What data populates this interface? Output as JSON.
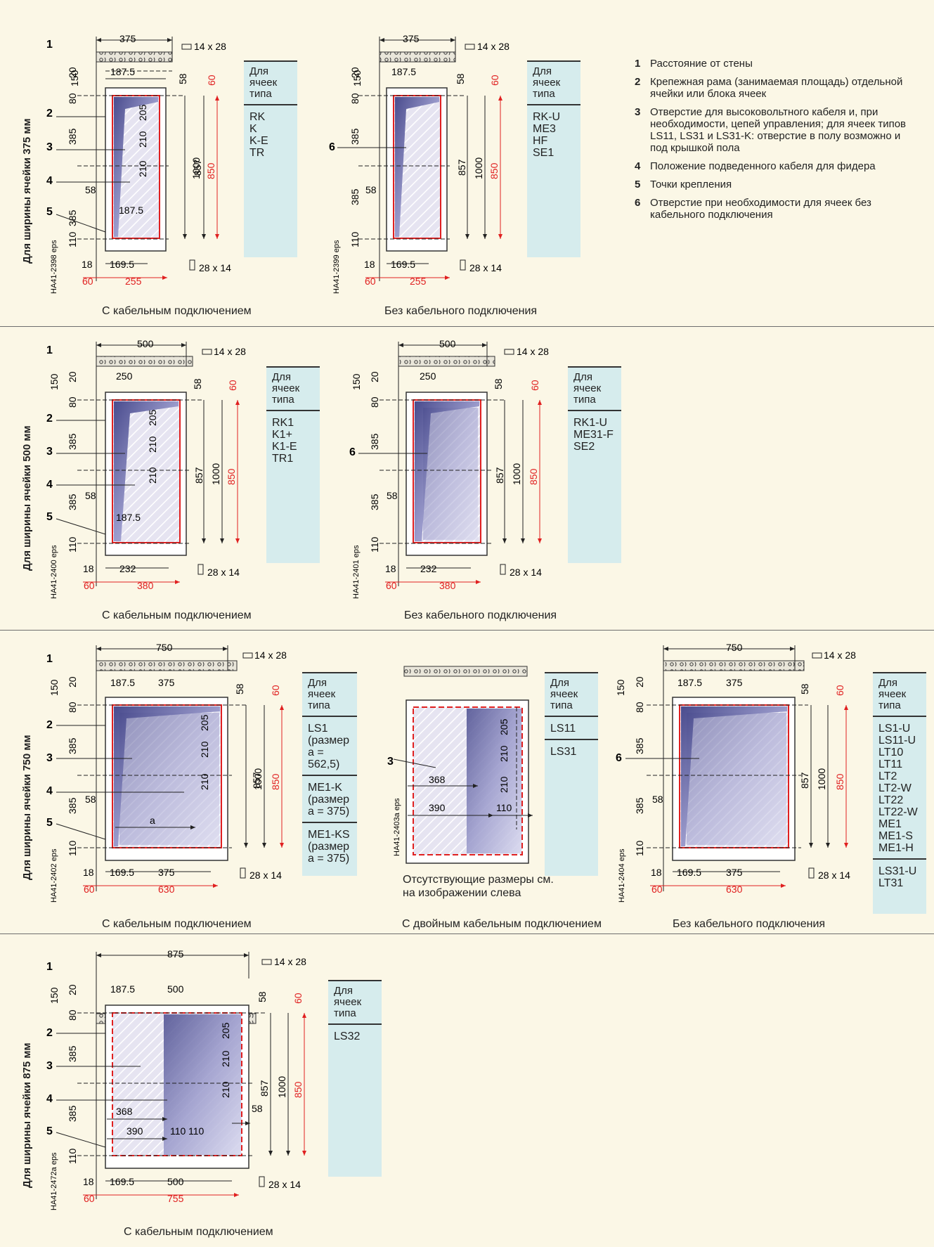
{
  "colors": {
    "background": "#fbf7e6",
    "typebox": "#d6eced",
    "dim_red": "#e02020",
    "frame": "#333333",
    "cell_fill": "#7b7cb5"
  },
  "legend": [
    {
      "num": "1",
      "text": "Расстояние от стены"
    },
    {
      "num": "2",
      "text": "Крепежная рама (занимаемая площадь) отдельной ячейки или блока ячеек"
    },
    {
      "num": "3",
      "text": "Отверстие для высоковольтного кабеля и, при необходимости, цепей управления; для ячеек типов LS11, LS31 и LS31-K: отверстие в полу возможно и под крышкой пола"
    },
    {
      "num": "4",
      "text": "Положение подведенного кабеля для фидера"
    },
    {
      "num": "5",
      "text": "Точки крепления"
    },
    {
      "num": "6",
      "text": "Отверстие при необходимости для ячеек без кабельного подключения"
    }
  ],
  "typebox_header": "Для ячеек типа",
  "bands": [
    {
      "side_label": "Для ширины ячейки 375 мм"
    },
    {
      "side_label": "Для ширины ячейки 500 мм"
    },
    {
      "side_label": "Для ширины ячейки 750 мм"
    },
    {
      "side_label": "Для ширины ячейки 875 мм"
    }
  ],
  "captions": {
    "with": "С кабельным подключением",
    "without": "Без кабельного подключения",
    "double": "С двойным кабельным подключением"
  },
  "note_missing": "Отсутствующие размеры см. на изображении слева",
  "types": {
    "b1_left": [
      "RK",
      "K",
      "K-E",
      "TR"
    ],
    "b1_right": [
      "RK-U",
      "ME3",
      "HF",
      "SE1"
    ],
    "b2_left": [
      "RK1",
      "K1+",
      "K1-E",
      "TR1"
    ],
    "b2_right": [
      "RK1-U",
      "ME31-F",
      "SE2"
    ],
    "b3_left_g1": [
      "LS1",
      "(размер",
      "a =",
      "562,5)"
    ],
    "b3_left_g2": [
      "ME1-K",
      "(размер",
      "a = 375)"
    ],
    "b3_left_g3": [
      "ME1-KS",
      "(размер",
      "a = 375)"
    ],
    "b3_mid_g1": [
      "LS11"
    ],
    "b3_mid_g2": [
      "LS31"
    ],
    "b3_right_g1": [
      "LS1-U",
      "LS11-U",
      "LT10",
      "LT11",
      "LT2",
      "LT2-W",
      "LT22",
      "LT22-W",
      "ME1",
      "ME1-S",
      "ME1-H"
    ],
    "b3_right_g2": [
      "LS31-U",
      "LT31"
    ],
    "b4_left": [
      "LS32"
    ]
  },
  "drawing_ids": [
    "HA41-2398 eps",
    "HA41-2399 eps",
    "HA41-2400 eps",
    "HA41-2401 eps",
    "HA41-2402 eps",
    "HA41-2403a eps",
    "HA41-2404 eps",
    "HA41-2472a eps"
  ],
  "dims": {
    "d14x28": "14 x 28",
    "d28x14": "28 x 14",
    "w375": "375",
    "w500": "500",
    "w750": "750",
    "w875": "875",
    "v150": "150",
    "v20": "20",
    "v80": "80",
    "v385": "385",
    "v110": "110",
    "v58": "58",
    "v60": "60",
    "v857": "857",
    "v1000": "1000",
    "v850": "850",
    "v205": "205",
    "v210": "210",
    "h187": "187.5",
    "h250": "250",
    "h18": "18",
    "h169": "169.5",
    "h255": "255",
    "h232": "232",
    "h380": "380",
    "h630": "630",
    "h755": "755",
    "h368": "368",
    "h390": "390",
    "h110": "110",
    "ha": "a",
    "n1": "1",
    "n2": "2",
    "n3": "3",
    "n4": "4",
    "n5": "5",
    "n6": "6"
  }
}
